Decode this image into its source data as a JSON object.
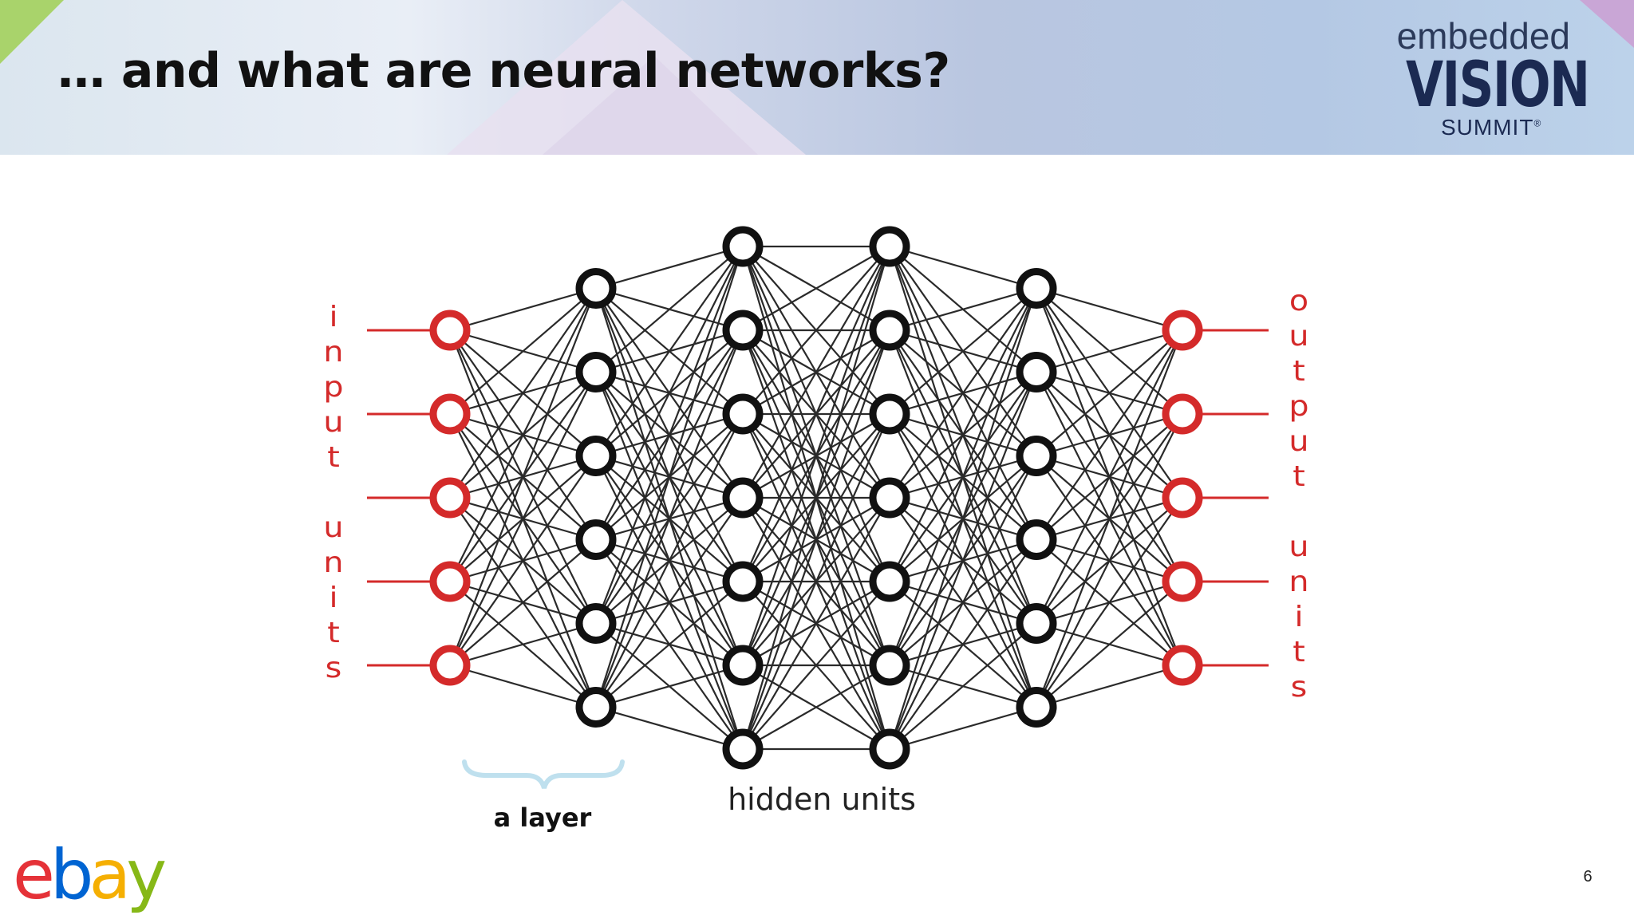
{
  "slide": {
    "title": "… and what are neural networks?",
    "page_number": "6"
  },
  "logo": {
    "line1": "embedded",
    "line2": "VISION",
    "line3": "SUMMIT",
    "trademark": "®"
  },
  "footer_logo": {
    "letters": [
      "e",
      "b",
      "a",
      "y"
    ],
    "colors": [
      "#e53238",
      "#0064d2",
      "#f5af02",
      "#86b817"
    ]
  },
  "diagram": {
    "input_label": "input units",
    "output_label": "output units",
    "layer_label": "a layer",
    "hidden_label": "hidden units",
    "layers": [
      {
        "name": "input",
        "nodes": 5,
        "color": "#d42a2a"
      },
      {
        "name": "hidden-1",
        "nodes": 6,
        "color": "#111111"
      },
      {
        "name": "hidden-2",
        "nodes": 7,
        "color": "#111111"
      },
      {
        "name": "hidden-3",
        "nodes": 7,
        "color": "#111111"
      },
      {
        "name": "hidden-4",
        "nodes": 6,
        "color": "#111111"
      },
      {
        "name": "output",
        "nodes": 5,
        "color": "#d42a2a"
      }
    ],
    "colors": {
      "input_output": "#d42a2a",
      "hidden": "#111111",
      "brace": "#bfe0ee"
    }
  }
}
